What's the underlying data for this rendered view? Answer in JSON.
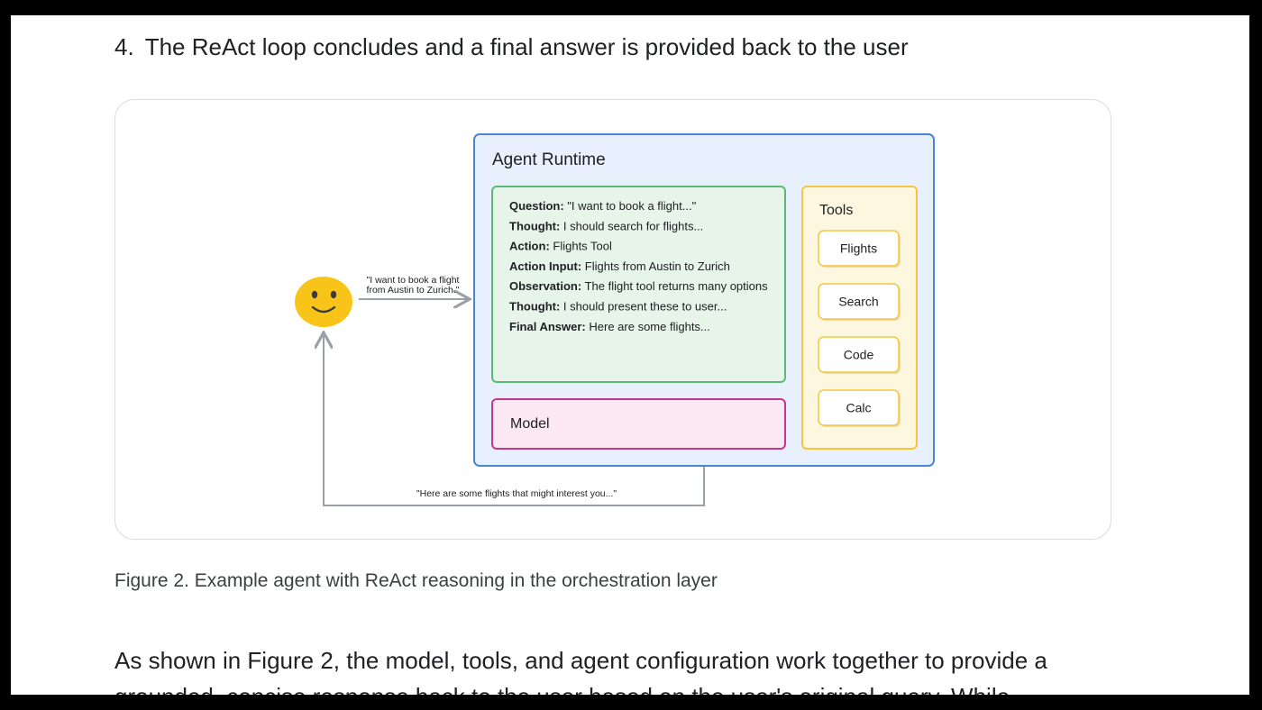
{
  "step": {
    "number": "4.",
    "text": "The ReAct loop concludes and a final answer is provided back to the user"
  },
  "figure": {
    "runtime_title": "Agent Runtime",
    "trace": [
      {
        "label": "Question:",
        "text": " \"I want to book a flight...\""
      },
      {
        "label": "Thought:",
        "text": " I should search for flights..."
      },
      {
        "label": "Action:",
        "text": " Flights Tool"
      },
      {
        "label": "Action Input:",
        "text": " Flights from Austin to Zurich"
      },
      {
        "label": "Observation:",
        "text": " The flight tool returns many options"
      },
      {
        "label": "Thought:",
        "text": " I should present these to user..."
      },
      {
        "label": "Final Answer:",
        "text": " Here are some flights..."
      }
    ],
    "model_label": "Model",
    "tools_title": "Tools",
    "tools": [
      "Flights",
      "Search",
      "Code",
      "Calc"
    ],
    "user_query_line1": "\"I want to book a flight",
    "user_query_line2": "from Austin to Zurich.\"",
    "response_text": "\"Here are some flights that might interest you...\"",
    "user_icon": "smiley-face-icon",
    "colors": {
      "runtime_bg": "#e8f0fe",
      "runtime_border": "#4a86d4",
      "trace_bg": "#e6f4ea",
      "trace_border": "#5bb974",
      "model_bg": "#fce8f3",
      "model_border": "#c2378f",
      "tools_bg": "#fef7e0",
      "tools_border": "#f5c542",
      "smiley": "#f9c41a"
    }
  },
  "caption": "Figure 2. Example agent with ReAct reasoning in the orchestration layer",
  "paragraph": "As shown in Figure 2, the model, tools, and agent configuration work together to provide a grounded, concise response back to the user based on the user's original query. While"
}
